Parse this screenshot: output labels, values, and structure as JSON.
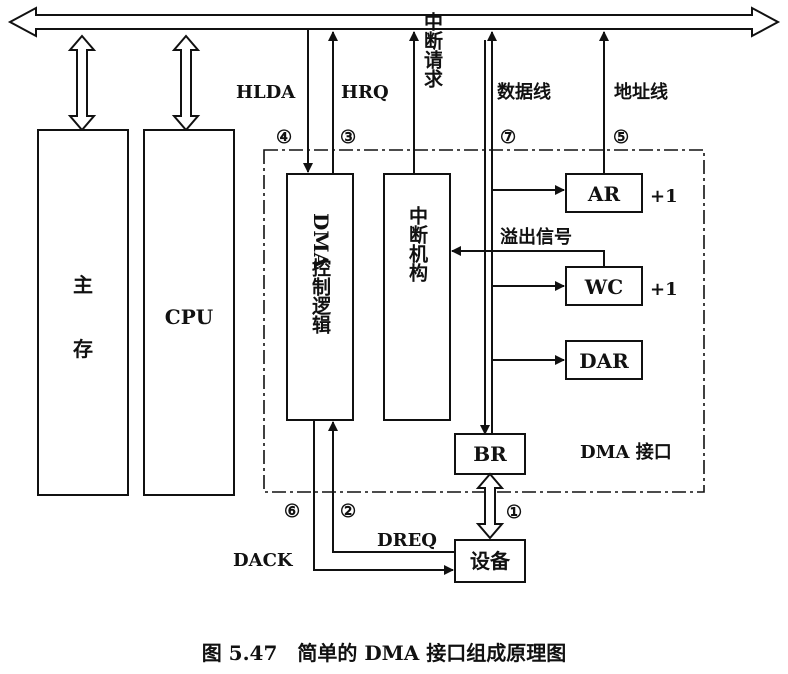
{
  "labels": {
    "hlda": "HLDA",
    "hrq": "HRQ",
    "interrupt_request": "中断请求",
    "data_line": "数据线",
    "address_line": "地址线",
    "overflow_signal": "溢出信号",
    "plus_one_ar": "+1",
    "plus_one_wc": "+1",
    "dack": "DACK",
    "dreq": "DREQ",
    "dma_interface": "DMA 接口"
  },
  "blocks": {
    "main_memory": "主存",
    "cpu": "CPU",
    "dma_control_en": "DMA",
    "dma_control_cn": "控制逻辑",
    "interrupt_unit": "中断机构",
    "ar": "AR",
    "wc": "WC",
    "dar": "DAR",
    "br": "BR",
    "device": "设备"
  },
  "markers": {
    "m1": "①",
    "m2": "②",
    "m3": "③",
    "m4": "④",
    "m5": "⑤",
    "m6": "⑥",
    "m7": "⑦"
  },
  "caption": "图 5.47　简单的 DMA 接口组成原理图"
}
